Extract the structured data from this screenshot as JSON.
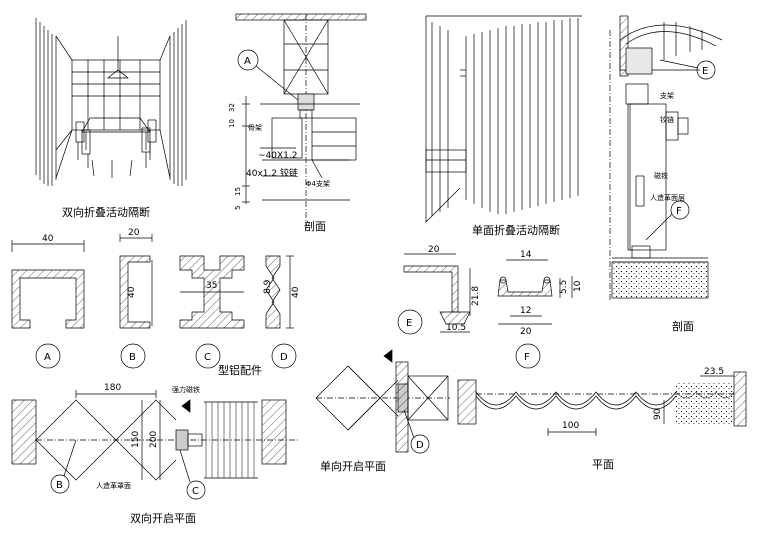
{
  "captions": {
    "double_fold": "双向折叠活动隔断",
    "section_1": "剖面",
    "single_fold": "单面折叠活动隔断",
    "section_2": "剖面",
    "profiles": "型铝配件",
    "double_plan": "双向开启平面",
    "single_plan": "单向开启平面",
    "plan": "平面"
  },
  "section1": {
    "dims": [
      "32",
      "10",
      "15",
      "5"
    ],
    "notes": [
      "骨架",
      "~40X1.2",
      "40x1.2 铰链",
      "Φ4支架"
    ],
    "callout": "A"
  },
  "section2": {
    "notes": [
      "支架",
      "铰链",
      "磁铁",
      "人造革面层"
    ],
    "callouts": [
      "E",
      "F"
    ]
  },
  "profiles": {
    "A": {
      "label": "A",
      "dim": "40"
    },
    "B": {
      "label": "B",
      "dims": [
        "20",
        "40"
      ]
    },
    "C": {
      "label": "C",
      "dim": "35"
    },
    "D": {
      "label": "D",
      "dims": [
        "8.9",
        "40"
      ]
    },
    "E": {
      "label": "E",
      "dims": [
        "20",
        "21.8",
        "10.5"
      ]
    },
    "F": {
      "label": "F",
      "dims": [
        "14",
        "5.5",
        "10",
        "12",
        "20"
      ]
    }
  },
  "double_plan": {
    "dims": [
      "180",
      "150",
      "200"
    ],
    "notes": [
      "强力磁铁",
      "人造革罩面"
    ],
    "callouts": [
      "B",
      "C"
    ]
  },
  "single_plan": {
    "callouts": [
      "D"
    ]
  },
  "plan": {
    "dims": [
      "100",
      "90",
      "23.5"
    ]
  }
}
